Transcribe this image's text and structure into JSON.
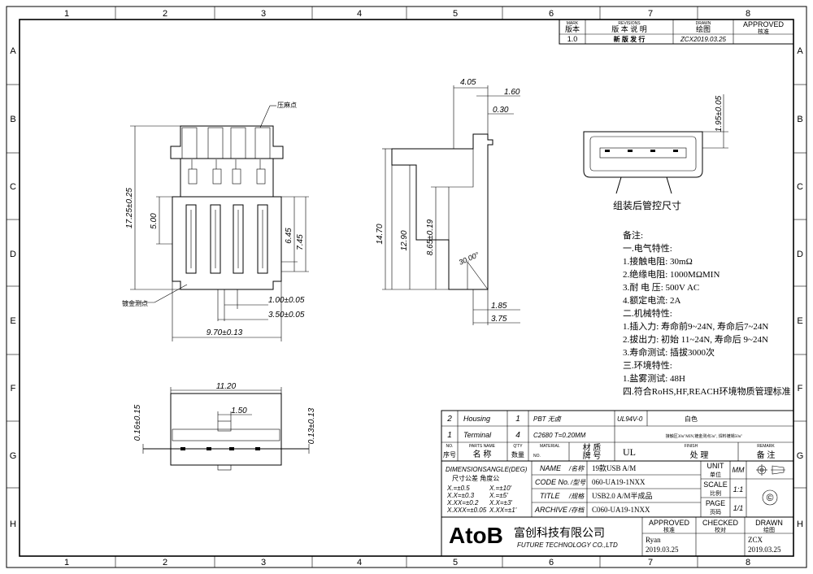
{
  "grid": {
    "columns": [
      "1",
      "2",
      "3",
      "4",
      "5",
      "6",
      "7",
      "8"
    ],
    "rows": [
      "A",
      "B",
      "C",
      "D",
      "E",
      "F",
      "G",
      "H"
    ]
  },
  "revision_block": {
    "mark_en": "MARK",
    "mark_cn": "版本",
    "revisions_en": "REVISIONS",
    "revisions_cn": "版 本 说 明",
    "drawn_en": "DRAWN",
    "drawn_cn": "绘图",
    "approved_en": "APPROVED",
    "approved_cn": "核准",
    "row": {
      "mark": "1.0",
      "desc": "新 版 发 行",
      "drawn": "ZCX2019.03.25"
    }
  },
  "front_view": {
    "press_point": "压麻点",
    "plating_point": "镀金测点",
    "dims": [
      "17.25±0.25",
      "5.00",
      "6.45",
      "7.45",
      "1.00±0.05",
      "3.50±0.05",
      "9.70±0.13"
    ]
  },
  "side_view": {
    "dims": [
      "4.05",
      "1.60",
      "0.30",
      "14.70",
      "12.90",
      "8.65±0.19",
      "30.00°",
      "1.85",
      "3.75"
    ]
  },
  "end_view": {
    "dim": "1.95±0.05",
    "caption": "组装后管控尺寸"
  },
  "bottom_view": {
    "dims": [
      "11.20",
      "1.50",
      "0.16±0.15",
      "0.13±0.13"
    ]
  },
  "notes": [
    "备注:",
    "一.电气特性:",
    "1.接触电阻: 30mΩ",
    "2.绝缘电阻: 1000MΩMIN",
    "3.耐 电 压: 500V AC",
    "4.额定电流: 2A",
    "二.机械特性:",
    "1.插入力: 寿命前9~24N, 寿命后7~24N",
    "2.拔出力: 初始 11~24N, 寿命后 9~24N",
    "3.寿命测试: 插拔3000次",
    "三.环境特性:",
    "1.盐雾测试: 48H",
    "四.符合RoHS,HF,REACH环境物质管理标准"
  ],
  "bom": {
    "rows": [
      {
        "no": "2",
        "name": "Housing",
        "qty": "1",
        "material": "PBT  无卤",
        "grade": "UL94V-0",
        "finish": "白色"
      },
      {
        "no": "1",
        "name": "Terminal",
        "qty": "4",
        "material": "C2680  T=0.20MM",
        "grade": "",
        "finish": "接触区30u\"MIN,镀金测点3u\", 焊料镀锡50u\""
      }
    ],
    "header": {
      "no_en": "NO.",
      "no_cn": "序号",
      "name_en": "PARTS NAME",
      "name_cn": "名 称",
      "qty_en": "Q'TY",
      "qty_cn": "数量",
      "material_en": "MATERIAL",
      "material_cn": "材 质",
      "grade_en": "NO.",
      "grade_cn": "牌 号",
      "ul": "UL",
      "finish_en": "FINISH",
      "finish_cn": "处 理",
      "remark_en": "REMARK",
      "remark_cn": "备 注"
    }
  },
  "title_block": {
    "tolerance_title": "DIMENSIONSANGLE(DEG)",
    "tolerance_sub": "尺寸公差      角度公",
    "tolerances": [
      "X.=±0.5",
      "X.=±10'",
      "X.X=±0.3",
      "X.=±5'",
      "X.XX=±0.2",
      "X.X=±3'",
      "X.XXX=±0.05",
      "X.XX=±1'"
    ],
    "name_label": "NAME",
    "name_cn": "/名称",
    "name_value": "19款USB  A/M",
    "code_label": "CODE No.",
    "code_cn": "/型号",
    "code_value": "060-UA19-1NXX",
    "title_label": "TITLE",
    "title_cn": "/规格",
    "title_value": "USB2.0 A/M半成品",
    "archive_label": "ARCHIVE",
    "archive_cn": "/存档",
    "archive_value": "C060-UA19-1NXX",
    "unit_en": "UNIT",
    "unit_cn": "单位",
    "unit_value": "MM",
    "scale_en": "SCALE",
    "scale_cn": "比例",
    "scale_value": "1:1",
    "page_en": "PAGE",
    "page_cn": "页码",
    "page_value": "1/1",
    "copyright": "©",
    "company_logo": "AtoB",
    "company_cn": "富创科技有限公司",
    "company_en": "FUTURE TECHNOLOGY CO.,LTD",
    "approved_en": "APPROVED",
    "approved_cn": "核准",
    "approved_name": "Ryan",
    "approved_date": "2019.03.25",
    "checked_en": "CHECKED",
    "checked_cn": "校对",
    "drawn_en": "DRAWN",
    "drawn_cn": "绘图",
    "drawn_name": "ZCX",
    "drawn_date": "2019.03.25"
  }
}
